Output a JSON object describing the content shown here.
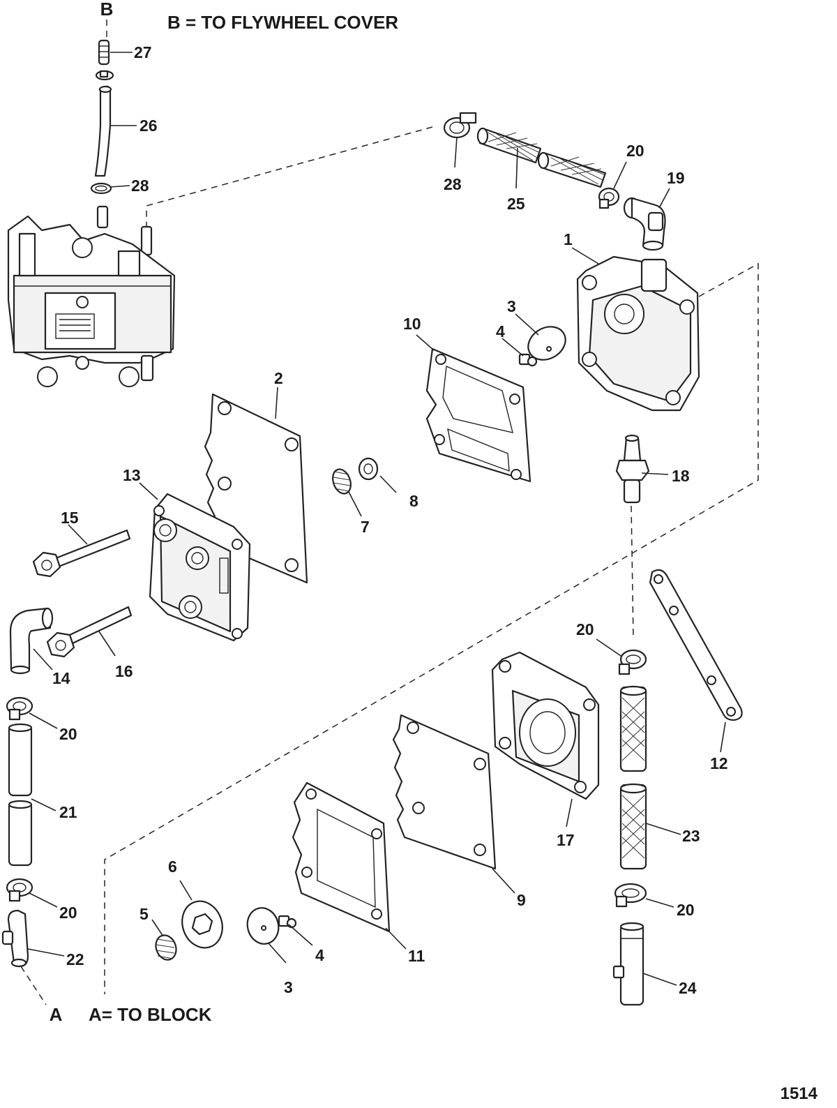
{
  "notes": {
    "flywheel": "B = TO FLYWHEEL COVER",
    "block": "A= TO BLOCK",
    "connector_b": "B",
    "connector_a": "A"
  },
  "figure_number": "1514",
  "callouts": {
    "c1": "1",
    "c2": "2",
    "c3a": "3",
    "c3b": "3",
    "c4a": "4",
    "c4b": "4",
    "c5": "5",
    "c6": "6",
    "c7": "7",
    "c8": "8",
    "c9": "9",
    "c10": "10",
    "c11": "11",
    "c12": "12",
    "c13": "13",
    "c14": "14",
    "c15": "15",
    "c16": "16",
    "c17": "17",
    "c18": "18",
    "c19": "19",
    "c20a": "20",
    "c20b": "20",
    "c20c": "20",
    "c20d": "20",
    "c20e": "20",
    "c21": "21",
    "c22": "22",
    "c23": "23",
    "c24": "24",
    "c25": "25",
    "c26": "26",
    "c27": "27",
    "c28a": "28",
    "c28b": "28"
  }
}
